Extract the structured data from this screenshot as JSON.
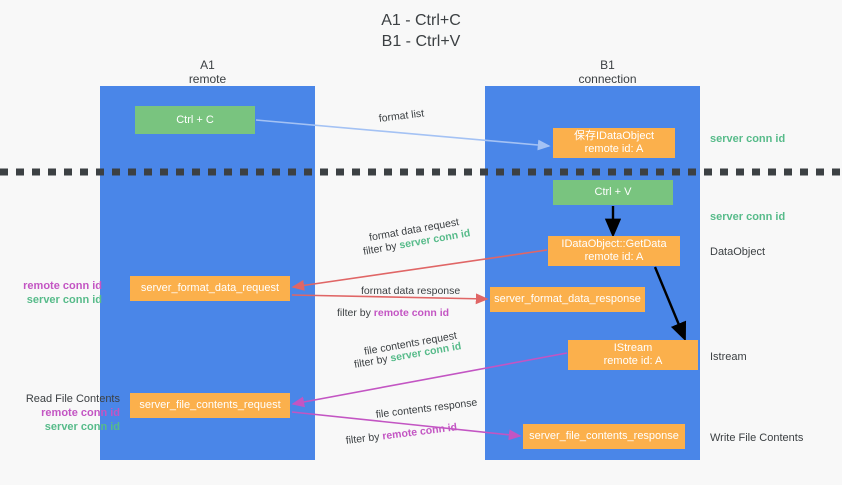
{
  "title": {
    "line1": "A1 - Ctrl+C",
    "line2": "B1 - Ctrl+V"
  },
  "colors": {
    "lane": "#4a86e8",
    "green_box": "#79c47f",
    "orange_box": "#fbb04c",
    "server_conn_green": "#57bb8a",
    "remote_conn_purple": "#c355c3",
    "red_arrow": "#e06666",
    "magenta_arrow": "#c355c3",
    "light_blue_arrow": "#a4c2f4",
    "black_arrow": "#000000",
    "background": "#f8f8f8",
    "text": "#3c4043"
  },
  "columns": [
    {
      "name": "A1",
      "sub": "remote"
    },
    {
      "name": "B1",
      "sub": "connection"
    }
  ],
  "boxes": {
    "ctrl_c": "Ctrl + C",
    "save_idataobject_l1": "保存IDataObject",
    "save_idataobject_l2": "remote id: A",
    "ctrl_v": "Ctrl + V",
    "getdata_l1": "IDataObject::GetData",
    "getdata_l2": "remote id: A",
    "format_data_request": "server_format_data_request",
    "format_data_response": "server_format_data_response",
    "istream_l1": "IStream",
    "istream_l2": "remote id: A",
    "file_contents_request": "server_file_contents_request",
    "file_contents_response": "server_file_contents_response"
  },
  "edge_labels": {
    "format_list": "format list",
    "format_data_request": "format data request",
    "filter_by": "filter by ",
    "server_conn_id": "server conn id",
    "remote_conn_id": "remote conn id",
    "format_data_response": "format data response",
    "file_contents_request": "file contents request",
    "file_contents_response": "file contents response"
  },
  "annotations": {
    "server_conn_id_top": "server conn id",
    "server_conn_id_mid": "server conn id",
    "dataobject": "DataObject",
    "istream": "Istream",
    "write_file_contents": "Write File Contents",
    "read_file_contents": "Read File Contents",
    "remote_conn_id": "remote conn id",
    "server_conn_id": "server conn id"
  }
}
